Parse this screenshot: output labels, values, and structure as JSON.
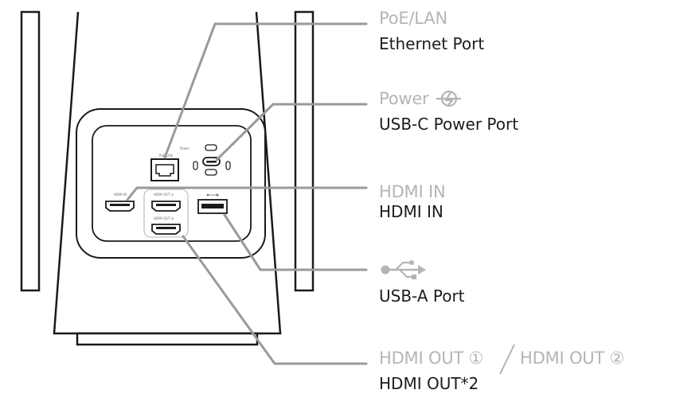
{
  "callouts": {
    "poe_lan": {
      "title": "PoE/LAN",
      "subtitle": "Ethernet Port"
    },
    "power": {
      "title": "Power",
      "subtitle": "USB-C Power Port"
    },
    "hdmi_in": {
      "title": "HDMI IN",
      "subtitle": "HDMI IN"
    },
    "usb_a": {
      "subtitle": "USB-A Port"
    },
    "hdmi_out": {
      "title_1": "HDMI OUT ①",
      "separator": "/",
      "title_2": "HDMI OUT ②",
      "subtitle": "HDMI OUT*2"
    }
  },
  "device_labels": {
    "poe_lan": "PoE/LAN",
    "power": "Power",
    "hdmi_in": "HDMI IN",
    "hdmi_out_1": "HDMI OUT ①",
    "hdmi_out_2": "HDMI OUT ②"
  },
  "colors": {
    "line": "#1a1a1a",
    "callout_line": "#9a9a9a",
    "title_gray": "#b4b4b4",
    "text_dark": "#1c1c1c"
  }
}
